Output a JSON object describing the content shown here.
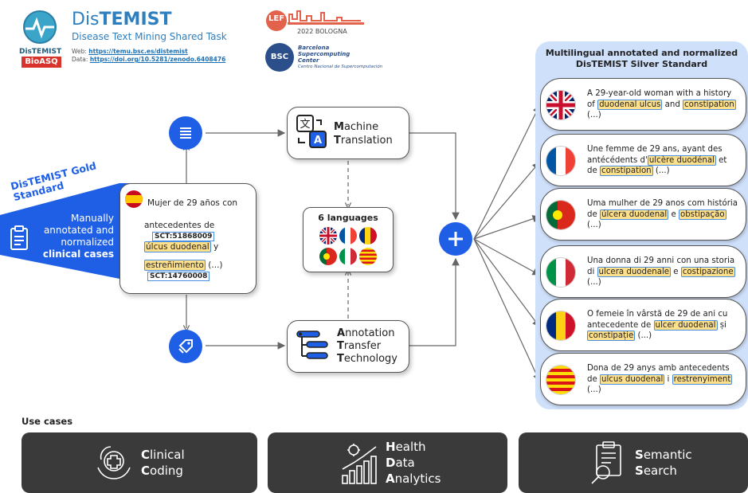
{
  "header": {
    "logo_small": "DisTEMIST",
    "title_prefix": "Dis",
    "title_suffix": "TEMIST",
    "subtitle": "Disease Text Mining Shared Task",
    "web_label": "Web:",
    "web_url": "https://temu.bsc.es/distemist",
    "data_label": "Data:",
    "data_url": "https://doi.org/10.5281/zenodo.6408476",
    "bioaqo": "BioASQ",
    "clef_year": "2022 BOLOGNA",
    "clef_logo": "LEF",
    "bsc_abbr": "BSC",
    "bsc_line1": "Barcelona",
    "bsc_line2": "Supercomputing",
    "bsc_line3": "Center",
    "bsc_line4": "Centro Nacional de Supercomputación"
  },
  "gold": {
    "title": "DisTEMIST Gold Standard",
    "line1": "Manually",
    "line2": "annotated and",
    "line3": "normalized",
    "line4": "clinical cases"
  },
  "spanish_case": {
    "line1": "Mujer de 29 años con",
    "line2": "antecedentes de",
    "code1": "SCT:51868009",
    "term1": "úlcus duodenal",
    "y": " y",
    "term2": "estreñimiento",
    "ellipsis": " (...)",
    "code2": "SCT:14760008"
  },
  "machine_translation": {
    "l1": "M",
    "r1": "achine",
    "l2": "T",
    "r2": "ranslation"
  },
  "annotation_transfer": {
    "l1": "A",
    "r1": "nnotation",
    "l2": "T",
    "r2": "ransfer",
    "l3": "T",
    "r3": "echnology"
  },
  "languages_box": {
    "title": "6 languages"
  },
  "silver": {
    "title_line1": "Multilingual annotated and normalized",
    "title_line2": "DisTEMIST Silver Standard"
  },
  "translations": [
    {
      "lang": "en",
      "pre": "A 29-year-old woman with a history of ",
      "t1": "duodenal ulcus",
      "mid": " and ",
      "t2": "constipation",
      "post": " (...)"
    },
    {
      "lang": "fr",
      "pre": "Une femme de 29 ans, ayant des antécédents d'",
      "t1": "ulcère duodénal",
      "mid": " et de ",
      "t2": "constipation",
      "post": " (...)"
    },
    {
      "lang": "pt",
      "pre": "Uma mulher de 29 anos com história de ",
      "t1": "úlcera duodenal",
      "mid": " e ",
      "t2": "obstipação",
      "post": " (...)"
    },
    {
      "lang": "it",
      "pre": "Una donna di 29 anni con una storia di ",
      "t1": "ulcera duodenale",
      "mid": " e ",
      "t2": "costipazione",
      "post": " (...)"
    },
    {
      "lang": "ro",
      "pre": "O femeie în vârstă de 29 de ani cu antecedente de ",
      "t1": "ulcer duodenal",
      "mid": " și ",
      "t2": "constipație",
      "post": " (...)"
    },
    {
      "lang": "ca",
      "pre": "Dona de 29 anys amb antecedents de ",
      "t1": "ulcus duodenal",
      "mid": " i ",
      "t2": "restrenyiment",
      "post": " (...)"
    }
  ],
  "use_cases": {
    "heading": "Use cases",
    "c1a": "C",
    "c1b": "linical",
    "c2a": "C",
    "c2b": "oding",
    "h1a": "H",
    "h1b": "ealth",
    "h2a": "D",
    "h2b": "ata",
    "h3a": "A",
    "h3b": "nalytics",
    "s1a": "S",
    "s1b": "emantic",
    "s2a": "S",
    "s2b": "earch"
  },
  "colors": {
    "blue": "#1e5fe6",
    "silver_bg": "#cfe0fb",
    "highlight": "#ffe08a",
    "dark": "#3a3a3a"
  }
}
